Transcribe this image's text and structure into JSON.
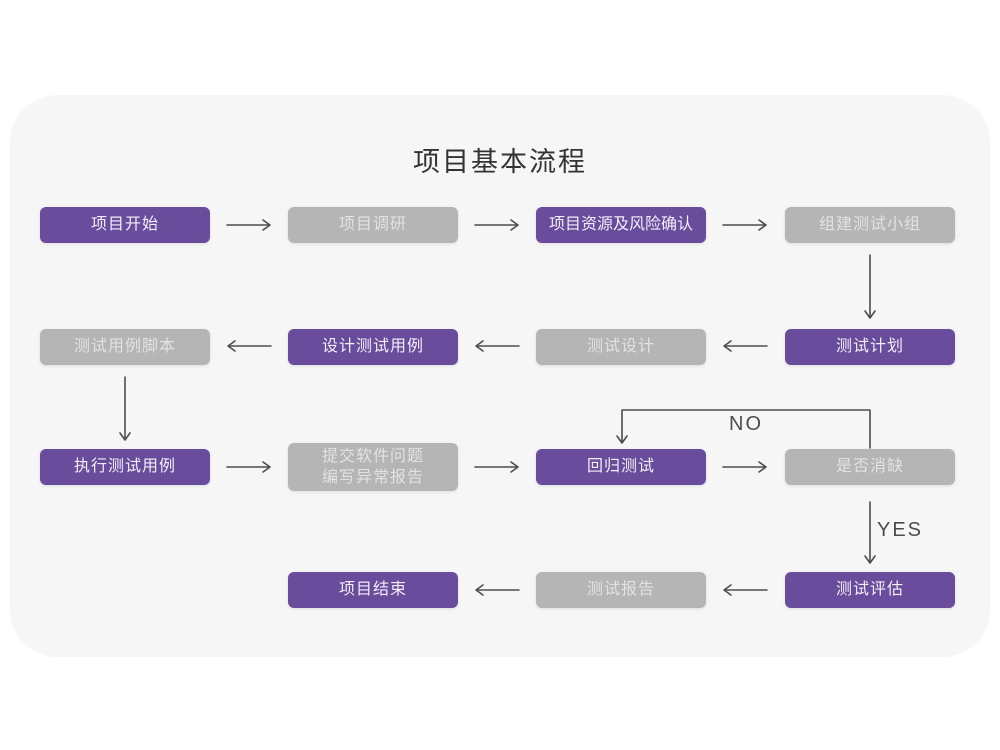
{
  "title": "项目基本流程",
  "colors": {
    "purple": "#6a4c9c",
    "purple_text": "#f2eef7",
    "gray": "#b5b5b5",
    "gray_text": "#e2e2e2",
    "card_bg": "#f6f6f7",
    "arrow": "#4d4d4d",
    "title_color": "#333333"
  },
  "branch_labels": {
    "no": "NO",
    "yes": "YES"
  },
  "nodes": [
    {
      "text": "项目开始",
      "variant": "purple"
    },
    {
      "text": "项目调研",
      "variant": "gray"
    },
    {
      "text": "项目资源及风险确认",
      "variant": "purple"
    },
    {
      "text": "组建测试小组",
      "variant": "gray"
    },
    {
      "text": "测试用例脚本",
      "variant": "gray"
    },
    {
      "text": "设计测试用例",
      "variant": "purple"
    },
    {
      "text": "测试设计",
      "variant": "gray"
    },
    {
      "text": "测试计划",
      "variant": "purple"
    },
    {
      "text": "执行测试用例",
      "variant": "purple"
    },
    {
      "lines": [
        "提交软件问题",
        "编写异常报告"
      ],
      "variant": "gray"
    },
    {
      "text": "回归测试",
      "variant": "purple"
    },
    {
      "text": "是否消缺",
      "variant": "gray"
    },
    {
      "text": "项目结束",
      "variant": "purple"
    },
    {
      "text": "测试报告",
      "variant": "gray"
    },
    {
      "text": "测试评估",
      "variant": "purple"
    }
  ]
}
